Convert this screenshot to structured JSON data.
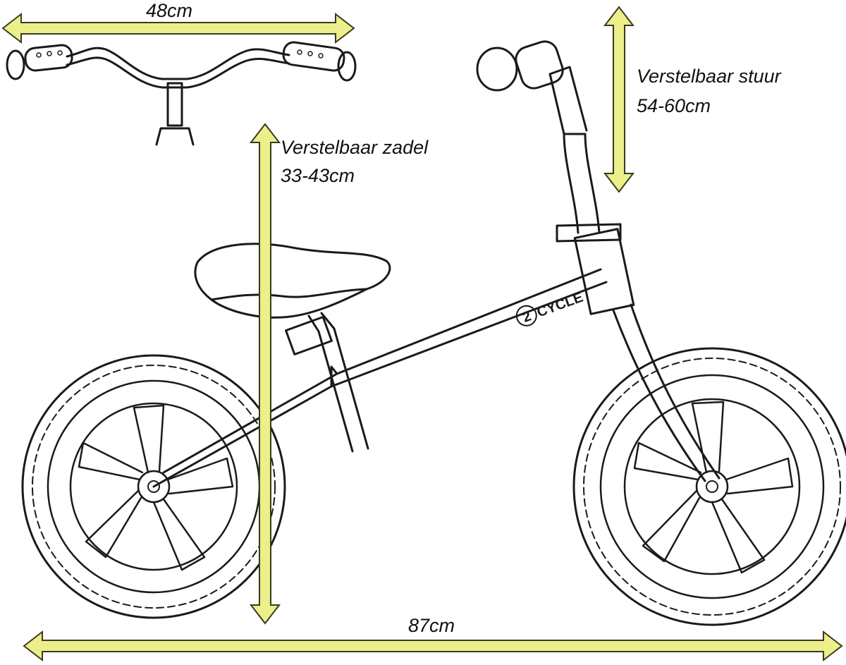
{
  "dimensions": {
    "handlebar_width": "48cm",
    "saddle_title": "Verstelbaar zadel",
    "saddle_range": "33-43cm",
    "handlebar_title": "Verstelbaar stuur",
    "handlebar_range": "54-60cm",
    "total_length": "87cm"
  },
  "brand": {
    "logo_mark": "2",
    "logo_text": "CYCLE"
  },
  "colors": {
    "arrow_fill": "#ecef8a",
    "arrow_stroke": "#3a3a20",
    "line": "#1a1a1a"
  }
}
